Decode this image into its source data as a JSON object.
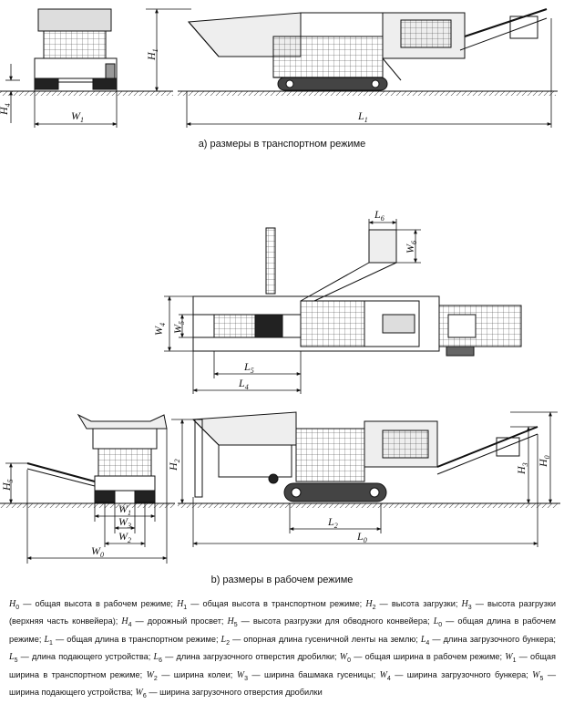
{
  "captions": {
    "transport": "а)  размеры в транспортном режиме",
    "working": "b)  размеры в рабочем режиме"
  },
  "dimension_labels": {
    "H1": "H1",
    "H4": "H4",
    "W1_top": "W1",
    "L1": "L1",
    "L6": "L6",
    "W6": "W6",
    "W4": "W4",
    "W5": "W5",
    "L5": "L5",
    "L4": "L4",
    "H5": "H5",
    "H2": "H2",
    "H3": "H3",
    "H0": "H0",
    "W3": "W3",
    "W2": "W2",
    "W0": "W0",
    "W1_bottom": "W1",
    "L2": "L2",
    "L0": "L0"
  },
  "legend": [
    {
      "sym": "H",
      "sub": "0",
      "text": " — общая высота в рабочем режиме; "
    },
    {
      "sym": "H",
      "sub": "1",
      "text": " — общая высота в транспортном режиме; "
    },
    {
      "sym": "H",
      "sub": "2",
      "text": " — высота загрузки; "
    },
    {
      "sym": "H",
      "sub": "3",
      "text": " — высота разгрузки (верхняя часть конвейера); "
    },
    {
      "sym": "H",
      "sub": "4",
      "text": " — дорожный просвет; "
    },
    {
      "sym": "H",
      "sub": "5",
      "text": " — высота разгрузки для обводного конвейера; "
    },
    {
      "sym": "L",
      "sub": "0",
      "text": " — общая длина в рабочем режиме; "
    },
    {
      "sym": "L",
      "sub": "1",
      "text": " — общая длина в транспортном режиме; "
    },
    {
      "sym": "L",
      "sub": "2",
      "text": " — опорная длина гусеничной ленты на землю; "
    },
    {
      "sym": "L",
      "sub": "4",
      "text": " — длина загрузочного бункера; "
    },
    {
      "sym": "L",
      "sub": "5",
      "text": " — длина подающего устройства; "
    },
    {
      "sym": "L",
      "sub": "6",
      "text": " — длина загрузочного отверстия дробилки; "
    },
    {
      "sym": "W",
      "sub": "0",
      "text": " — общая ширина в рабочем режиме; "
    },
    {
      "sym": "W",
      "sub": "1",
      "text": " — общая ширина в транспортном режиме; "
    },
    {
      "sym": "W",
      "sub": "2",
      "text": " — ширина колеи; "
    },
    {
      "sym": "W",
      "sub": "3",
      "text": " — ширина башмака гусеницы; "
    },
    {
      "sym": "W",
      "sub": "4",
      "text": " — ширина загрузочного бункера; "
    },
    {
      "sym": "W",
      "sub": "5",
      "text": " — ширина подающего устройства; "
    },
    {
      "sym": "W",
      "sub": "6",
      "text": " — ширина загрузочного отверстия дробилки"
    }
  ]
}
